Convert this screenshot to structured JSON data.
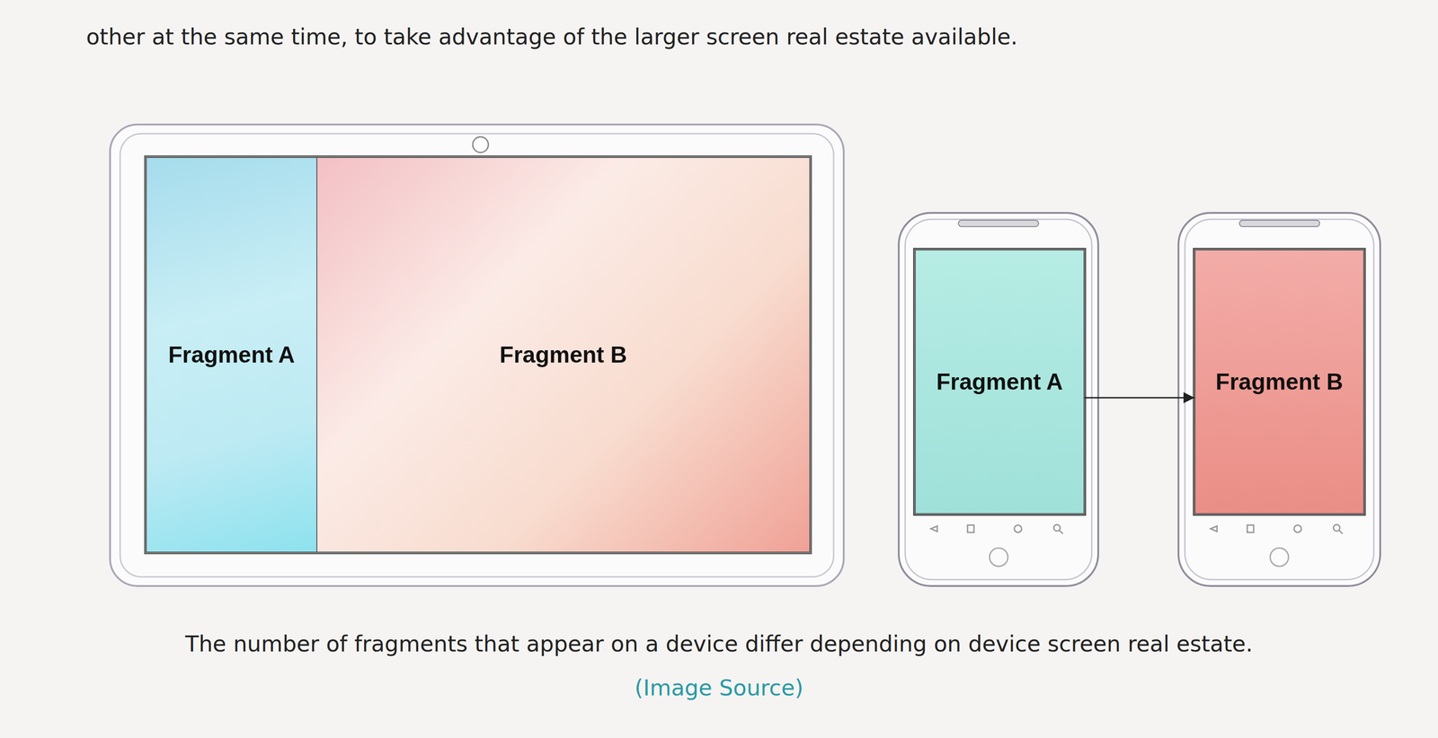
{
  "diagram": {
    "caption": "The number of fragments that appear on a device differ depending on device screen real estate.",
    "nodes": [
      {
        "text": [
          "Fragment A"
        ]
      },
      {
        "text": [
          "Fragment B"
        ]
      },
      {
        "text": [
          "Fragment A"
        ]
      },
      {
        "text": [
          "Fragment B"
        ]
      }
    ],
    "edges": [
      {
        "from": 2,
        "to": 3,
        "arrow": "to"
      }
    ],
    "labels": [
      "other at the same time, to take advantage of the larger screen real estate available.",
      "(Image Source)"
    ]
  }
}
